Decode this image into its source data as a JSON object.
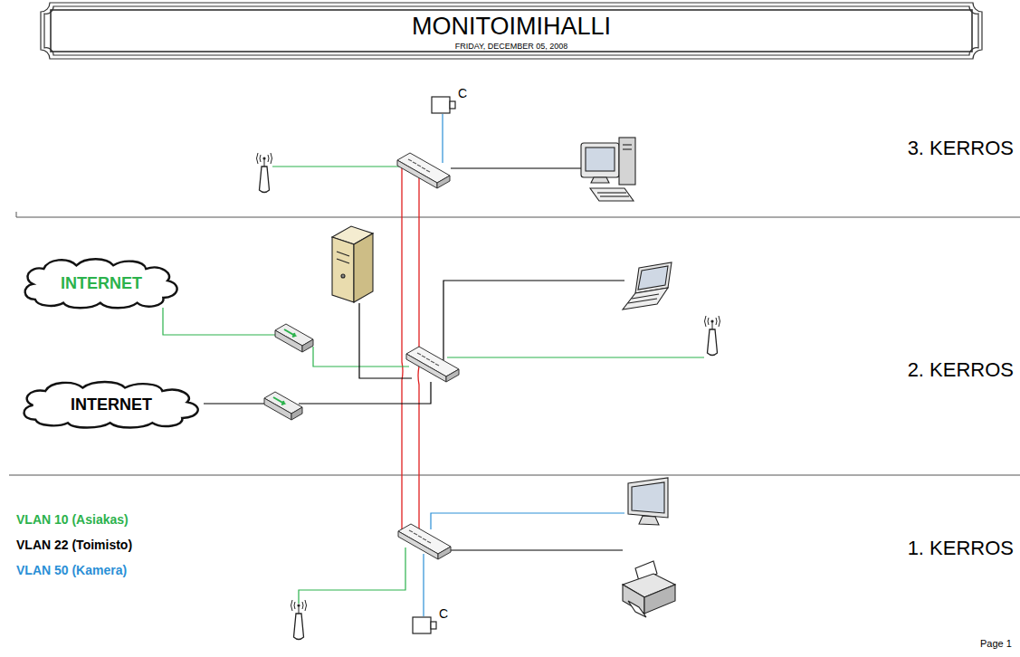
{
  "diagram": {
    "title": "MONITOIMIHALLI",
    "nodes": [
      {
        "text": [
          "C"
        ]
      },
      {
        "text": [
          "INTERNET"
        ]
      },
      {
        "text": [
          "INTERNET"
        ]
      },
      {
        "text": [
          "C"
        ]
      }
    ],
    "labels": [
      "FRIDAY, DECEMBER 05, 2008",
      "3. KERROS",
      "2. KERROS",
      "1. KERROS",
      "Page 1"
    ],
    "legend": [
      {
        "text": "VLAN 10 (Asiakas)",
        "color": "#2bb24c"
      },
      {
        "text": "VLAN 22 (Toimisto)",
        "color": "#000000"
      },
      {
        "text": "VLAN 50 (Kamera)",
        "color": "#2a8fd6"
      }
    ]
  }
}
